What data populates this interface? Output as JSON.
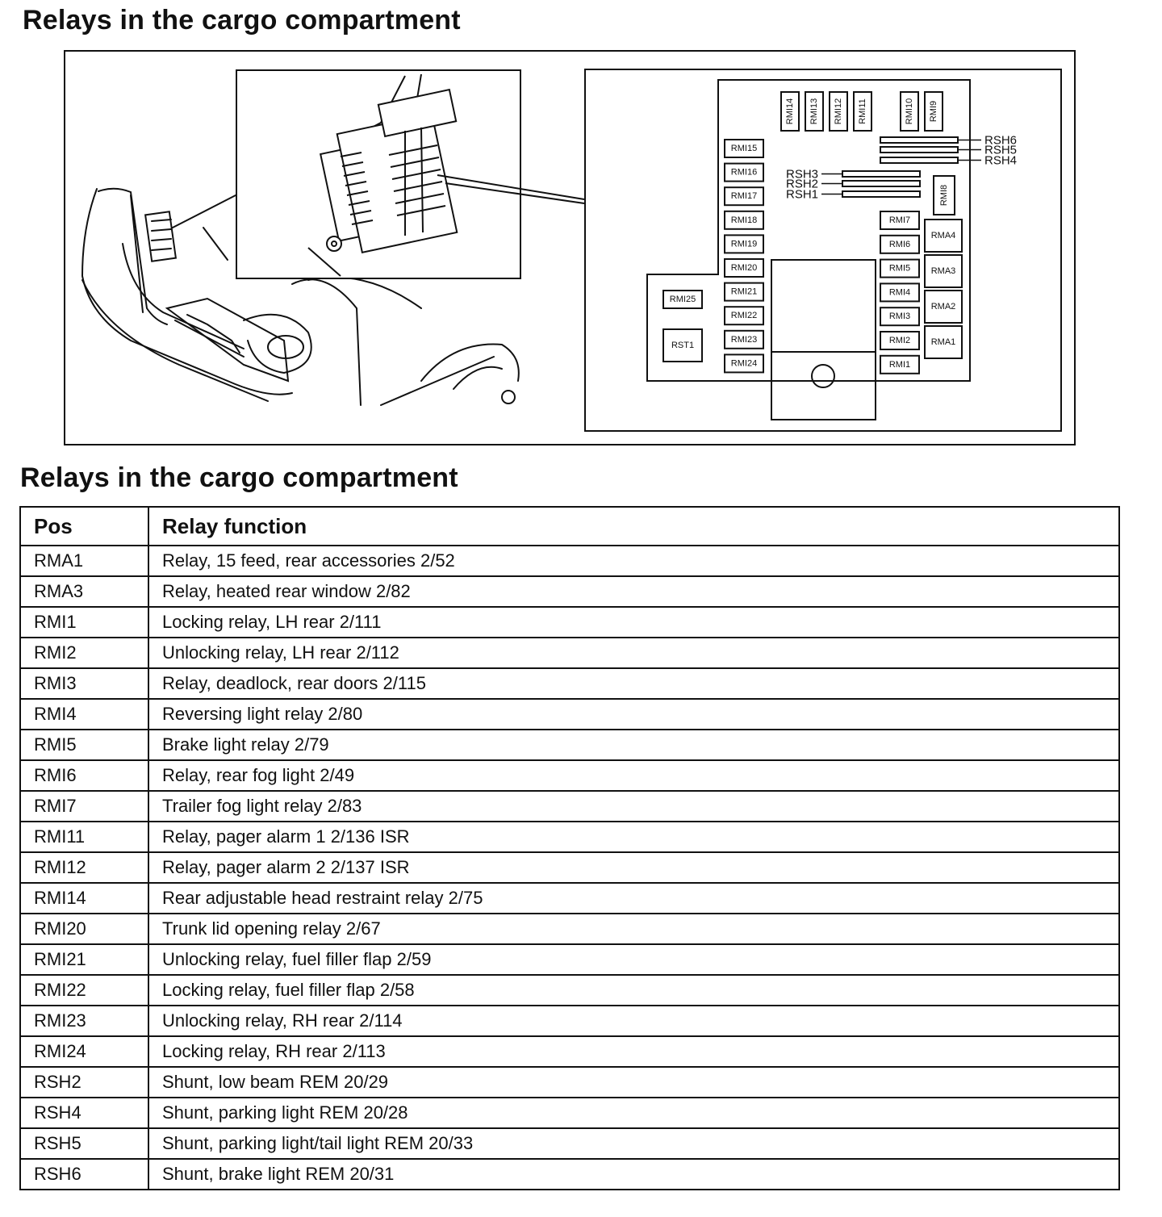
{
  "title_top": "Relays in the cargo compartment",
  "title_table": "Relays in the cargo compartment",
  "diagram": {
    "boxes": {
      "vertical_top": [
        "RMI14",
        "RMI13",
        "RMI12",
        "RMI11",
        "RMI10",
        "RMI9"
      ],
      "left_column": [
        "RMI15",
        "RMI16",
        "RMI17",
        "RMI18",
        "RMI19",
        "RMI20",
        "RMI21",
        "RMI22",
        "RMI23",
        "RMI24"
      ],
      "right_column": [
        "RMI7",
        "RMI6",
        "RMI5",
        "RMI4",
        "RMI3",
        "RMI2",
        "RMI1"
      ],
      "rma": [
        "RMA4",
        "RMA3",
        "RMA2",
        "RMA1"
      ],
      "rmi8": "RMI8",
      "rmi25": "RMI25",
      "rst1": "RST1"
    },
    "shunt_labels": {
      "rsh6": "RSH6",
      "rsh5": "RSH5",
      "rsh4": "RSH4",
      "rsh3": "RSH3",
      "rsh2": "RSH2",
      "rsh1": "RSH1"
    }
  },
  "table": {
    "headers": {
      "pos": "Pos",
      "function": "Relay function"
    },
    "rows": [
      {
        "pos": "RMA1",
        "function": "Relay, 15 feed, rear accessories 2/52"
      },
      {
        "pos": "RMA3",
        "function": "Relay, heated rear window 2/82"
      },
      {
        "pos": "RMI1",
        "function": "Locking relay, LH rear 2/111"
      },
      {
        "pos": "RMI2",
        "function": "Unlocking relay, LH rear 2/112"
      },
      {
        "pos": "RMI3",
        "function": "Relay, deadlock, rear doors 2/115"
      },
      {
        "pos": "RMI4",
        "function": "Reversing light relay 2/80"
      },
      {
        "pos": "RMI5",
        "function": "Brake light relay 2/79"
      },
      {
        "pos": "RMI6",
        "function": "Relay, rear fog light 2/49"
      },
      {
        "pos": "RMI7",
        "function": "Trailer fog light relay 2/83"
      },
      {
        "pos": "RMI11",
        "function": "Relay, pager alarm 1 2/136 ISR"
      },
      {
        "pos": "RMI12",
        "function": "Relay, pager alarm 2 2/137 ISR"
      },
      {
        "pos": "RMI14",
        "function": "Rear adjustable head restraint relay 2/75"
      },
      {
        "pos": "RMI20",
        "function": "Trunk lid opening relay 2/67"
      },
      {
        "pos": "RMI21",
        "function": "Unlocking relay, fuel filler flap 2/59"
      },
      {
        "pos": "RMI22",
        "function": "Locking relay, fuel filler flap 2/58"
      },
      {
        "pos": "RMI23",
        "function": "Unlocking relay, RH rear 2/114"
      },
      {
        "pos": "RMI24",
        "function": "Locking relay, RH rear 2/113"
      },
      {
        "pos": "RSH2",
        "function": "Shunt, low beam REM 20/29"
      },
      {
        "pos": "RSH4",
        "function": "Shunt, parking light REM 20/28"
      },
      {
        "pos": "RSH5",
        "function": "Shunt, parking light/tail light REM 20/33"
      },
      {
        "pos": "RSH6",
        "function": "Shunt, brake light REM 20/31"
      }
    ]
  }
}
